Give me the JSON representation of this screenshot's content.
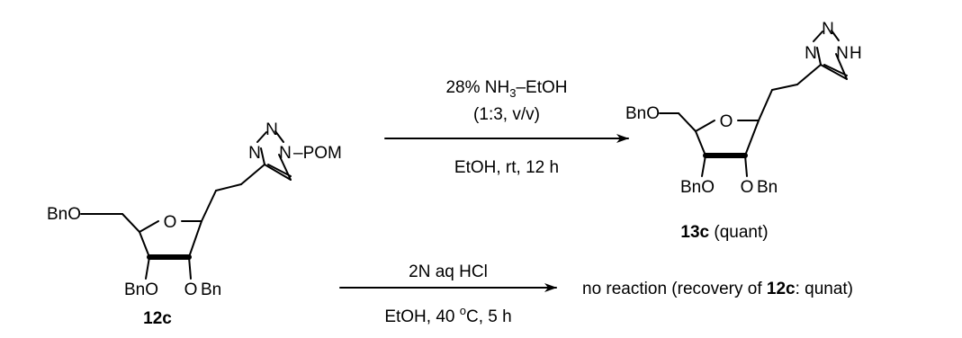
{
  "compounds": {
    "sm": {
      "label": "12c",
      "n1": "N",
      "n2": "N",
      "n3": "N",
      "pom": "–POM",
      "bn5": "BnO",
      "ring_o": "O",
      "bn3": "BnO",
      "bn2_o": "O",
      "bn2_bn": "Bn"
    },
    "product": {
      "label": "13c",
      "yield": " (quant)",
      "n1": "N",
      "n2": "N",
      "n3": "N",
      "nh": "H",
      "bn5": "BnO",
      "ring_o": "O",
      "bn3": "BnO",
      "bn2_o": "O",
      "bn2_bn": "Bn"
    }
  },
  "reaction1": {
    "above_line1_a": "28% NH",
    "above_line1_sub": "3",
    "above_line1_b": "–EtOH",
    "above_line2": "(1:3, v/v)",
    "below": "EtOH, rt, 12 h"
  },
  "reaction2": {
    "above": "2N aq HCl",
    "below_a": "EtOH, 40 ",
    "below_sup": "o",
    "below_b": "C, 5 h",
    "result_a": "no reaction (recovery of ",
    "result_bold": "12c",
    "result_b": ": qunat)"
  }
}
